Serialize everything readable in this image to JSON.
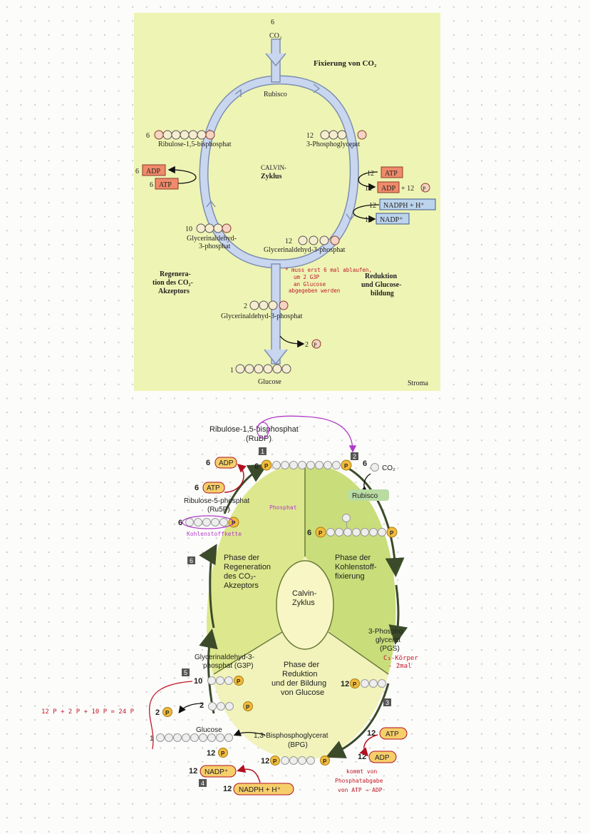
{
  "fig1": {
    "co2_top": "6",
    "co2_label": "CO₂",
    "fixation_title": "Fixierung von CO₂",
    "rubisco": "Rubisco",
    "rubp_count": "6",
    "rubp_label": "Ribulose-1,5-bisphosphat",
    "pga_count": "12",
    "pga_label": "3-Phosphoglycerat",
    "calvin_1": "CALVIN-",
    "calvin_2": "Zyklus",
    "adp_left_count": "6",
    "adp_left": "ADP",
    "atp_left_count": "6",
    "atp_left": "ATP",
    "atp_right_count": "12",
    "atp_right": "ATP",
    "adp_right_count": "12",
    "adp_right": "ADP",
    "adp_right_plus": "+ 12",
    "nadph_count": "12",
    "nadph": "NADPH + H⁺",
    "nadp_count": "12",
    "nadp": "NADP⁺",
    "g3p_left_count": "10",
    "g3p_left_1": "Glycerinaldehyd-",
    "g3p_left_2": "3-phosphat",
    "g3p_right_count": "12",
    "g3p_right": "Glycerinaldehyd-3-phosphat",
    "regen_1": "Regenera-",
    "regen_2": "tion des CO₂-",
    "regen_3": "Akzeptors",
    "note_1": "* muss erst 6 mal ablaufen,",
    "note_2": "um 2 G3P",
    "note_3": "an Glucose",
    "note_4": "abgegeben werden",
    "reduction_1": "Reduktion",
    "reduction_2": "und Glucose-",
    "reduction_3": "bildung",
    "g3p_bottom_count": "2",
    "g3p_bottom": "Glycerinaldehyd-3-phosphat",
    "pi_count": "2",
    "glucose_count": "1",
    "glucose": "Glucose",
    "stroma": "Stroma",
    "p": "P"
  },
  "fig2": {
    "rubp_title_1": "Ribulose-1,5-bisphosphat",
    "rubp_title_2": "(RuBP)",
    "step1": "1",
    "step2": "2",
    "step3": "3",
    "step4": "4",
    "step5": "5",
    "step6": "6",
    "adp6_count": "6",
    "adp6": "ADP",
    "rubp_count": "6",
    "co2_count": "6",
    "co2": "CO₂",
    "atp6_count": "6",
    "atp6": "ATP",
    "ru5p_1": "Ribulose-5-phosphat",
    "ru5p_2": "(Ru5P)",
    "phosphat_note": "Phosphat",
    "ru5p_count": "6",
    "kohlenstoff_note": "Kohlenstoffkette",
    "rubisco": "Rubisco",
    "inter_count": "6",
    "regen_1": "Phase der",
    "regen_2": "Regeneration",
    "regen_3": "des CO₂-",
    "regen_4": "Akzeptors",
    "fix_1": "Phase der",
    "fix_2": "Kohlenstoff-",
    "fix_3": "fixierung",
    "calvin_1": "Calvin-",
    "calvin_2": "Zyklus",
    "pgs_1": "3-Phospho",
    "pgs_2": "glycerat",
    "pgs_3": "(PGS)",
    "c3_note_1": "C₃-Körper",
    "c3_note_2": "- 2mal",
    "g3p_1": "Glycerinaldehyd-3-",
    "g3p_2": "phosphat (G3P)",
    "g3p_count": "10",
    "red_1": "Phase der",
    "red_2": "Reduktion",
    "red_3": "und der Bildung",
    "red_4": "von Glucose",
    "pgs_count": "12",
    "sum_note": "12 P + 2 P + 10 P = 24 P",
    "two_p": "2",
    "two_g3p": "2",
    "glucose_count": "1",
    "glucose": "Glucose",
    "p12_count": "12",
    "bpg_1": "1,3-Bisphosphoglycerat",
    "bpg_2": "(BPG)",
    "atp12_count": "12",
    "atp12": "ATP",
    "adp12_count": "12",
    "adp12": "ADP",
    "nadp_count": "12",
    "nadp": "NADP⁺",
    "bpg_count": "12",
    "nadph_count": "12",
    "nadph": "NADPH + H⁺",
    "atp_note_1": "kommt von",
    "atp_note_2": "Phosphatabgabe",
    "atp_note_3": "von ATP → ADP",
    "p": "P"
  },
  "colors": {
    "fig1_bg": "#eef4b4",
    "arrow_blue": "#b8c8e8",
    "box_red": "#ef8a6a",
    "box_blue": "#bcd3ec",
    "phase_green": "#c9dd7a",
    "phase_yellow": "#f0f2b6",
    "center_yellow": "#f8f6c4",
    "p_orange": "#f0bb3c",
    "handwriting_red": "#c0182a",
    "handwriting_purple": "#b03bc8"
  }
}
